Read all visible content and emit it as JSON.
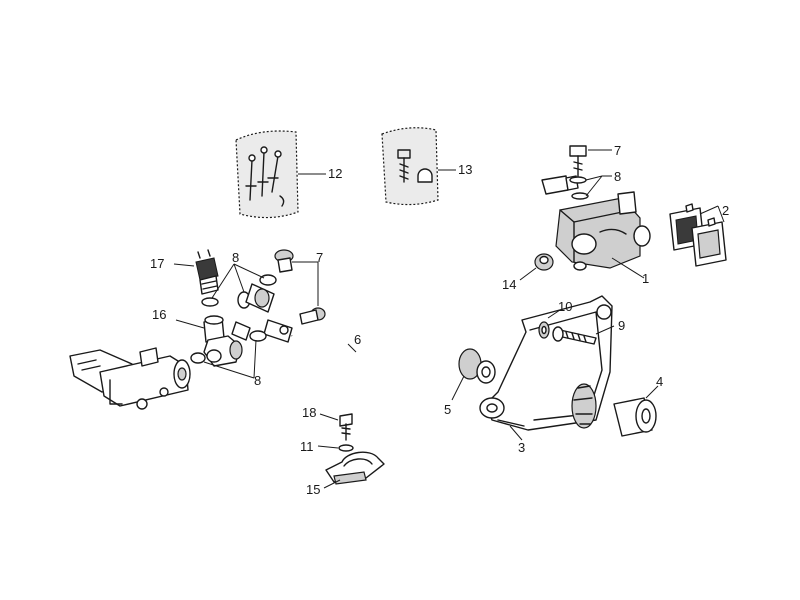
{
  "callouts": [
    {
      "id": "c1",
      "text": "1"
    },
    {
      "id": "c2",
      "text": "2"
    },
    {
      "id": "c3",
      "text": "3"
    },
    {
      "id": "c4",
      "text": "4"
    },
    {
      "id": "c5",
      "text": "5"
    },
    {
      "id": "c6",
      "text": "6"
    },
    {
      "id": "c7a",
      "text": "7"
    },
    {
      "id": "c7b",
      "text": "7"
    },
    {
      "id": "c8a",
      "text": "8"
    },
    {
      "id": "c8b",
      "text": "8"
    },
    {
      "id": "c8c",
      "text": "8"
    },
    {
      "id": "c9",
      "text": "9"
    },
    {
      "id": "c10",
      "text": "10"
    },
    {
      "id": "c11",
      "text": "11"
    },
    {
      "id": "c12",
      "text": "12"
    },
    {
      "id": "c13",
      "text": "13"
    },
    {
      "id": "c14",
      "text": "14"
    },
    {
      "id": "c15",
      "text": "15"
    },
    {
      "id": "c16",
      "text": "16"
    },
    {
      "id": "c17",
      "text": "17"
    },
    {
      "id": "c18",
      "text": "18"
    }
  ]
}
